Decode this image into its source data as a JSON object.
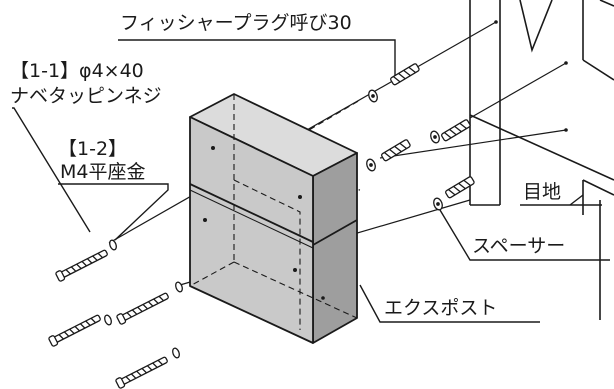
{
  "labels": {
    "plug": "フィッシャープラグ呼び30",
    "screw_spec": "【1-1】φ4×40",
    "screw_name": "ナベタッピンネジ",
    "washer_spec": "【1-2】",
    "washer_name": "M4平座金",
    "joint": "目地",
    "spacer": "スペーサー",
    "post": "エクスポスト"
  },
  "colors": {
    "line": "#1a1a1a",
    "box_front": "#c9c9c9",
    "box_side": "#9e9e9e",
    "box_top": "#dcdcdc"
  }
}
